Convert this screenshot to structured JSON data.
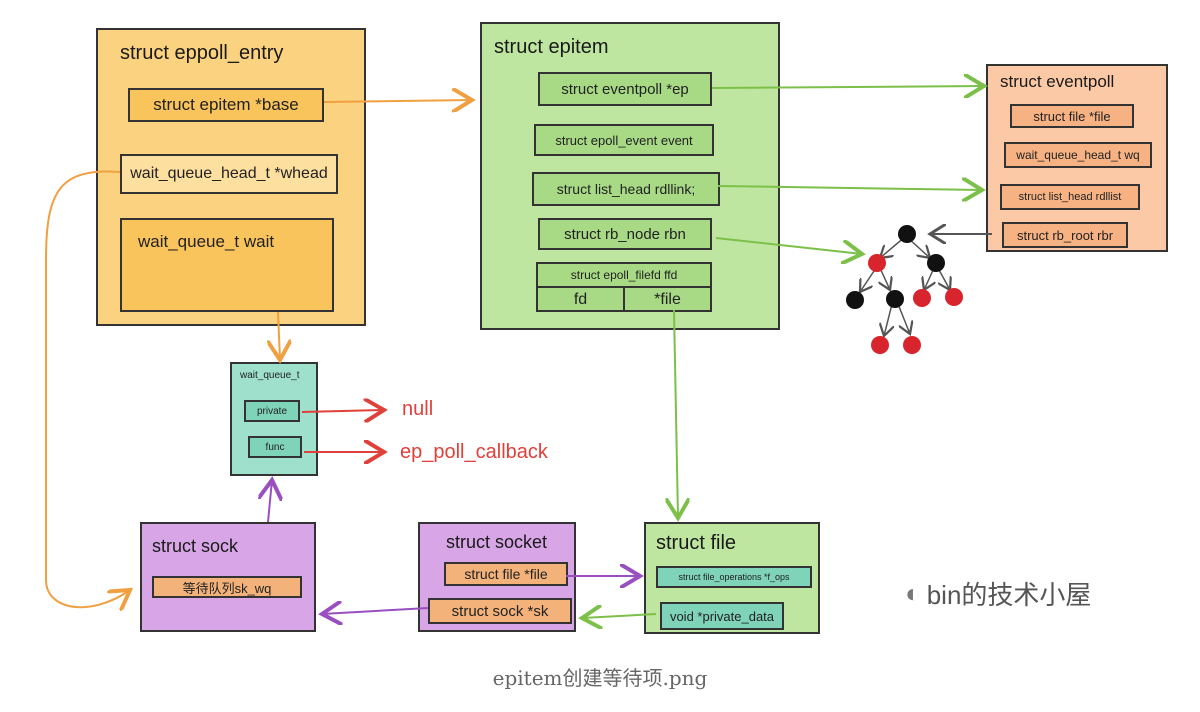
{
  "eppoll_entry": {
    "title": "struct eppoll_entry",
    "base": "struct epitem *base",
    "whead": "wait_queue_head_t *whead",
    "wait": "wait_queue_t wait"
  },
  "epitem": {
    "title": "struct epitem",
    "ep": "struct eventpoll *ep",
    "event": "struct epoll_event event",
    "rdllink": "struct list_head rdllink;",
    "rbn": "struct rb_node rbn",
    "ffd": "struct epoll_filefd ffd",
    "fd": "fd",
    "file": "*file"
  },
  "eventpoll": {
    "title": "struct eventpoll",
    "file": "struct file *file",
    "wq": "wait_queue_head_t wq",
    "rdllist": "struct list_head rdllist",
    "rbr": "struct rb_root rbr"
  },
  "wait_queue": {
    "title": "wait_queue_t",
    "private": "private",
    "func": "func",
    "null": "null",
    "callback": "ep_poll_callback"
  },
  "sock": {
    "title": "struct sock",
    "sk_wq": "等待队列sk_wq"
  },
  "socket": {
    "title": "struct socket",
    "file": "struct file *file",
    "sk": "struct sock *sk"
  },
  "file": {
    "title": "struct file",
    "f_ops": "struct file_operations *f_ops",
    "private_data": "void *private_data"
  },
  "watermark": "bin的技术小屋",
  "caption": "epitem创建等待项.png",
  "colors": {
    "orange": "#fbd27f",
    "green": "#bfe6a0",
    "salmon": "#fbc9a6",
    "teal": "#9fe0cd",
    "purple": "#d8a6e6",
    "arrow_orange": "#f0a040",
    "arrow_green": "#7cc04a",
    "arrow_red": "#e0403a",
    "arrow_purple": "#9a4fc0",
    "arrow_gray": "#555555",
    "node_black": "#111111",
    "node_red": "#d8242c"
  }
}
